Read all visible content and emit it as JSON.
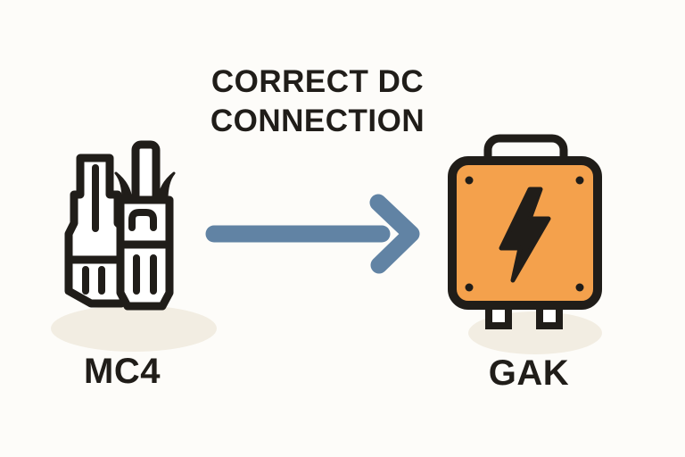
{
  "title": {
    "line1": "CORRECT DC",
    "line2": "CONNECTION"
  },
  "flow": {
    "source": {
      "label": "MC4",
      "icon": "mc4-solar-connectors"
    },
    "arrow": {
      "icon": "right-arrow",
      "direction": "right"
    },
    "target": {
      "label": "GAK",
      "icon": "dc-junction-box-lightning"
    }
  },
  "colors": {
    "background": "#FDFCF9",
    "ink": "#201D19",
    "arrow_blue": "#6183A4",
    "box_orange": "#F4A14C",
    "shadow_beige": "#F2EDE2",
    "icon_fill_white": "#FFFFFF"
  }
}
